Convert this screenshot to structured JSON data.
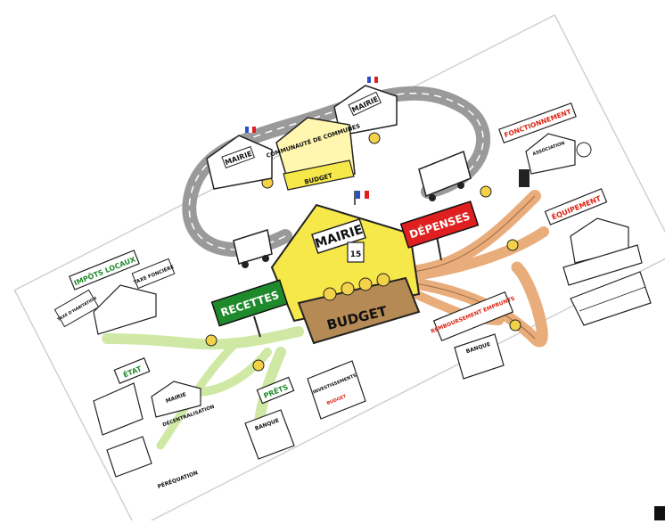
{
  "labels": {
    "mairie_center": "MAIRIE",
    "budget_center": "BUDGET",
    "recettes": "RECETTES",
    "depenses": "DÉPENSES",
    "mairie_left": "MAIRIE",
    "mairie_right": "MAIRIE",
    "communaute": "COMMUNAUTÉ DE COMMUNES",
    "budget_small": "BUDGET",
    "fonctionnement": "FONCTIONNEMENT",
    "association": "ASSOCIATION",
    "equipement": "ÉQUIPEMENT",
    "remboursement": "REMBOURSEMENT EMPRUNTS",
    "banque_right": "BANQUE",
    "impots_locaux": "IMPÔTS LOCAUX",
    "taxe_fonciere": "TAXE FONCIÈRE",
    "taxe_habitation": "TAXE D'HABITATION",
    "etat": "ÉTAT",
    "mairie_etat": "MAIRIE",
    "decentralisation": "DÉCENTRALISATION",
    "perequation": "PÉRÉQUATION",
    "prets": "PRÊTS",
    "banque_left": "BANQUE",
    "investissements": "INVESTISSEMENTS",
    "budget_board": "BUDGET",
    "calendar": "15"
  },
  "colors": {
    "mairie_yellow": "#f7e84a",
    "recettes_green": "#1f8a2c",
    "depenses_red": "#e02020",
    "path_green": "#cfe9a5",
    "tentacle_orange": "#e9ad7c",
    "road_grey": "#9a9a9a",
    "budget_brown": "#b58a54"
  },
  "icons": [
    "french-flag-icon",
    "money-bag-icon",
    "truck-icon",
    "bus-icon",
    "house-icon",
    "bank-icon"
  ]
}
